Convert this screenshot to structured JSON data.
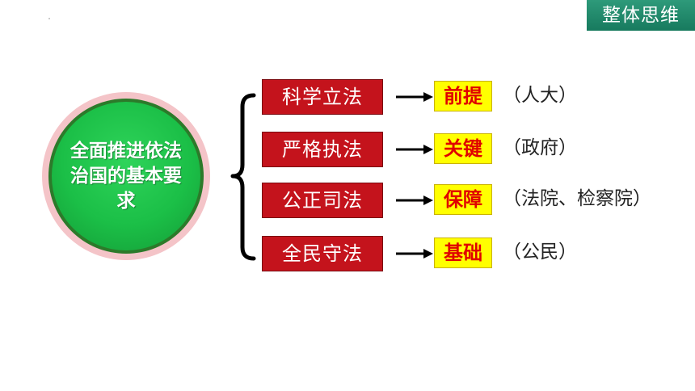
{
  "header": {
    "tag": "整体思维"
  },
  "center": {
    "text": "全面推进依法治国的基本要求"
  },
  "rows": [
    {
      "label": "科学立法",
      "role": "前提",
      "subject": "（人大）"
    },
    {
      "label": "严格执法",
      "role": "关键",
      "subject": "（政府）"
    },
    {
      "label": "公正司法",
      "role": "保障",
      "subject": "（法院、检察院）"
    },
    {
      "label": "全民守法",
      "role": "基础",
      "subject": "（公民）"
    }
  ],
  "colors": {
    "label_bg": "#c4131c",
    "role_bg": "#ffff00",
    "role_text": "#e00000",
    "circle_green": "#1bbf47",
    "tag_bg": "#177a5e"
  }
}
